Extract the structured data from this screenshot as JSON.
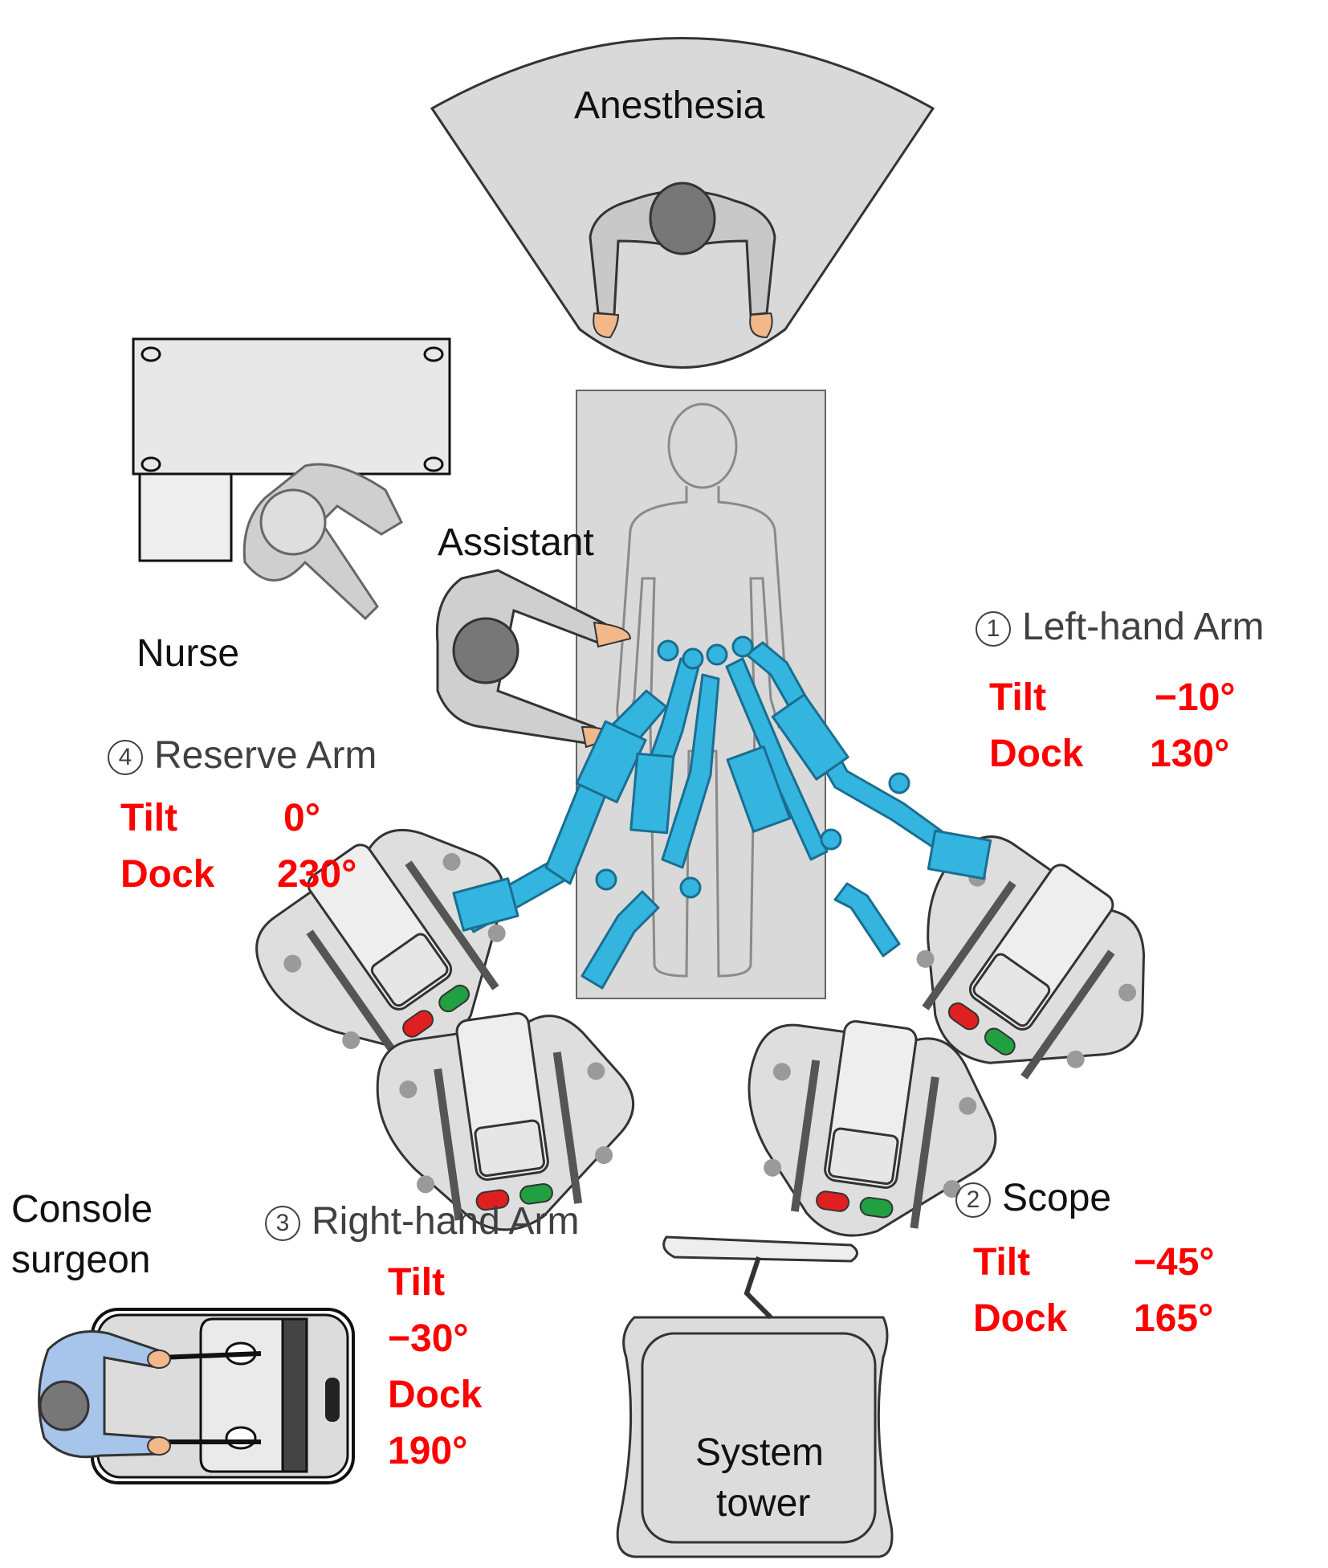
{
  "roles": {
    "anesthesia": "Anesthesia",
    "assistant": "Assistant",
    "nurse": "Nurse",
    "console_surgeon_line1": "Console",
    "console_surgeon_line2": "surgeon",
    "system_tower_line1": "System",
    "system_tower_line2": "tower"
  },
  "arms": [
    {
      "number": "1",
      "name": "Left-hand Arm",
      "tilt_label": "Tilt",
      "tilt_value": "−10°",
      "dock_label": "Dock",
      "dock_value": "130°"
    },
    {
      "number": "2",
      "name": "Scope",
      "tilt_label": "Tilt",
      "tilt_value": "−45°",
      "dock_label": "Dock",
      "dock_value": "165°"
    },
    {
      "number": "3",
      "name": "Right-hand Arm",
      "tilt_label": "Tilt",
      "tilt_value": "−30°",
      "dock_label": "Dock",
      "dock_value": "190°"
    },
    {
      "number": "4",
      "name": "Reserve Arm",
      "tilt_label": "Tilt",
      "tilt_value": "0°",
      "dock_label": "Dock",
      "dock_value": "230°"
    }
  ],
  "colors": {
    "setting_text": "#ff0000",
    "robot_arm": "#33b5e0",
    "cart": "#dedede",
    "table": "#d9d9d9"
  }
}
